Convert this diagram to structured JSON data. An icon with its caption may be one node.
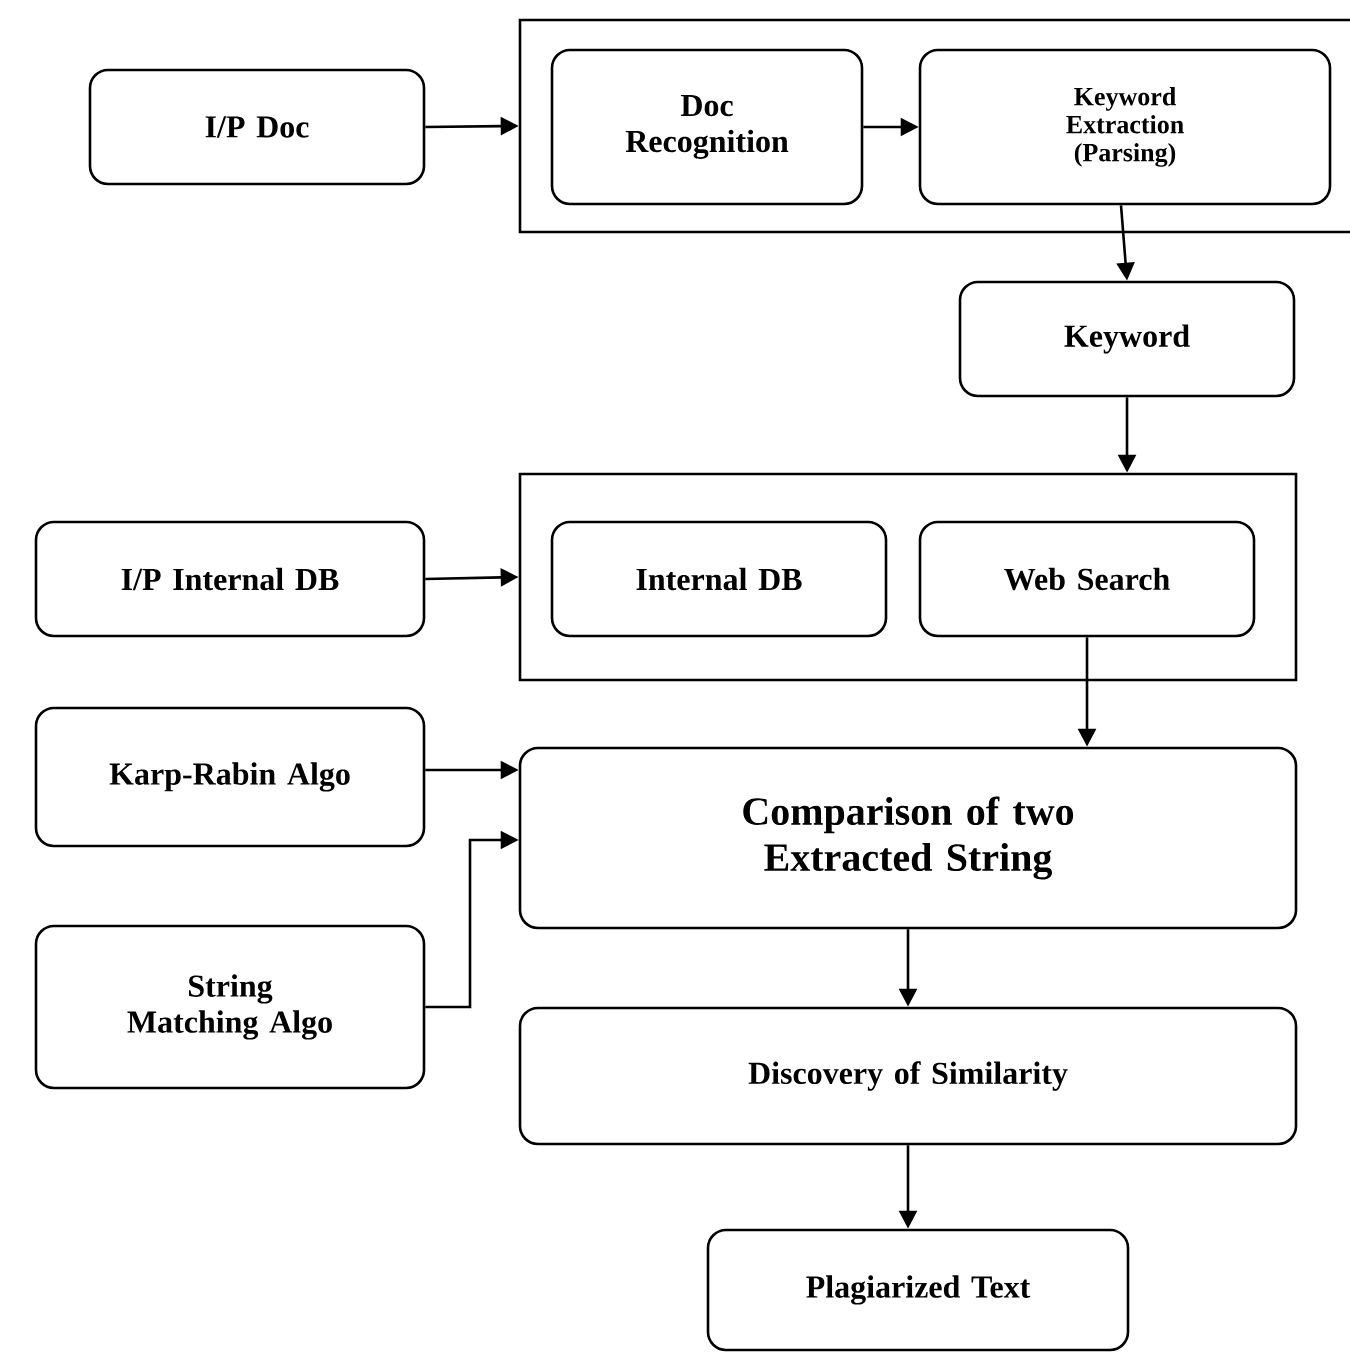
{
  "diagram": {
    "nodes": [
      {
        "text": [
          "I/P Doc"
        ]
      },
      {
        "text": [],
        "shape": "box"
      },
      {
        "text": [
          "Doc Recognition"
        ],
        "in": 1
      },
      {
        "text": [
          "Keyword Extraction (Parsing)"
        ],
        "in": 1
      },
      {
        "text": [
          "Keyword"
        ]
      },
      {
        "text": [],
        "shape": "box"
      },
      {
        "text": [
          "I/P Internal DB"
        ]
      },
      {
        "text": [
          "Internal DB"
        ],
        "in": 5
      },
      {
        "text": [
          "Web Search"
        ],
        "in": 5
      },
      {
        "text": [
          "Karp-Rabin Algo"
        ]
      },
      {
        "text": [
          "Comparison of two Extracted String"
        ]
      },
      {
        "text": [
          "String Matching Algo"
        ]
      },
      {
        "text": [
          "Discovery of Similarity"
        ]
      },
      {
        "text": [
          "Plagiarized Text"
        ]
      }
    ],
    "edges": [
      {
        "from": 0,
        "to": 1,
        "arrow": "to"
      },
      {
        "from": 2,
        "to": 3,
        "arrow": "to"
      },
      {
        "from": 3,
        "to": 4,
        "arrow": "to"
      },
      {
        "from": 4,
        "to": 5,
        "arrow": "to"
      },
      {
        "from": 6,
        "to": 5,
        "arrow": "to"
      },
      {
        "from": 8,
        "to": 10,
        "arrow": "to"
      },
      {
        "from": 9,
        "to": 10,
        "arrow": "to"
      },
      {
        "from": 11,
        "to": 10,
        "arrow": "to"
      },
      {
        "from": 10,
        "to": 12,
        "arrow": "to"
      },
      {
        "from": 12,
        "to": 13,
        "arrow": "to"
      }
    ]
  }
}
